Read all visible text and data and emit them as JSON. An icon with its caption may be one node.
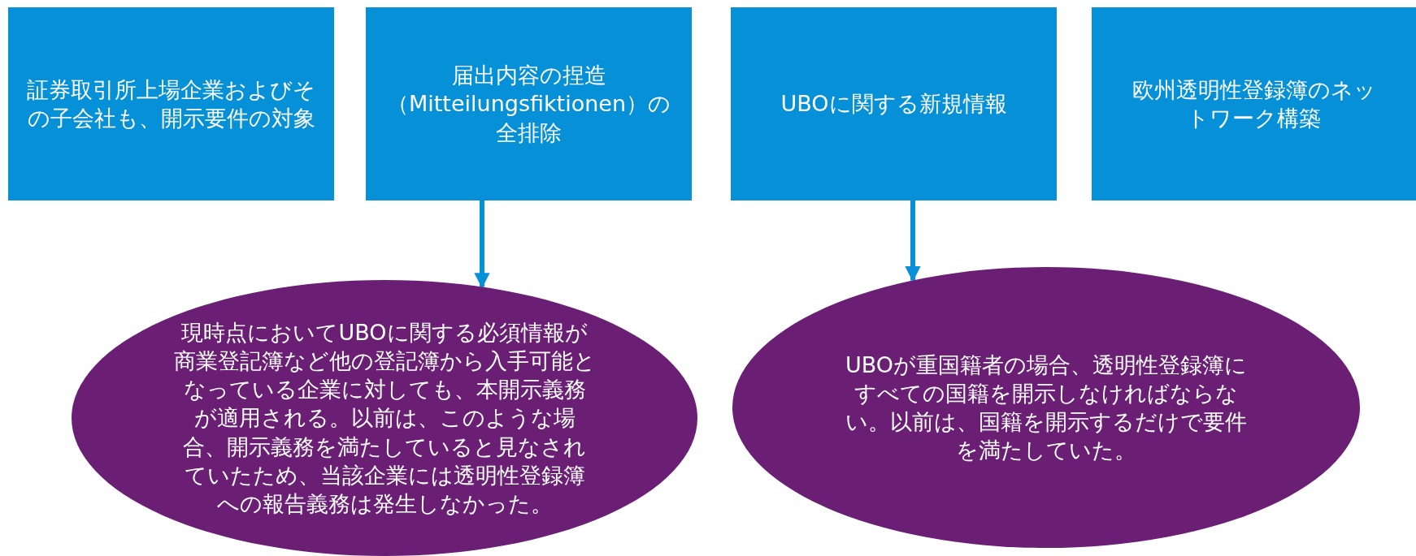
{
  "diagram": {
    "nodes": [
      {
        "text": [
          "証券取引所上場企業およびその子会社も、開示要件の対象"
        ]
      },
      {
        "text": [
          "届出内容の捏造（Mitteilungsfiktionen）の全排除"
        ]
      },
      {
        "text": [
          "UBOに関する新規情報"
        ]
      },
      {
        "text": [
          "欧州透明性登録簿のネットワーク構築"
        ]
      },
      {
        "text": [
          "現時点においてUBOに関する必須情報が商業登記簿など他の登記簿から入手可能となっている企業に対しても、本開示義務が適用される。以前は、このような場合、開示義務を満たしていると見なされていたため、当該企業には透明性登録簿への報告義務は発生しなかった。"
        ]
      },
      {
        "text": [
          "UBOが重国籍者の場合、透明性登録簿にすべての国籍を開示しなければならない。以前は、国籍を開示するだけで要件を満たしていた。"
        ]
      }
    ],
    "edges": [
      {
        "from": 1,
        "to": 4,
        "arrow": "to"
      },
      {
        "from": 2,
        "to": 5,
        "arrow": "to"
      }
    ]
  }
}
